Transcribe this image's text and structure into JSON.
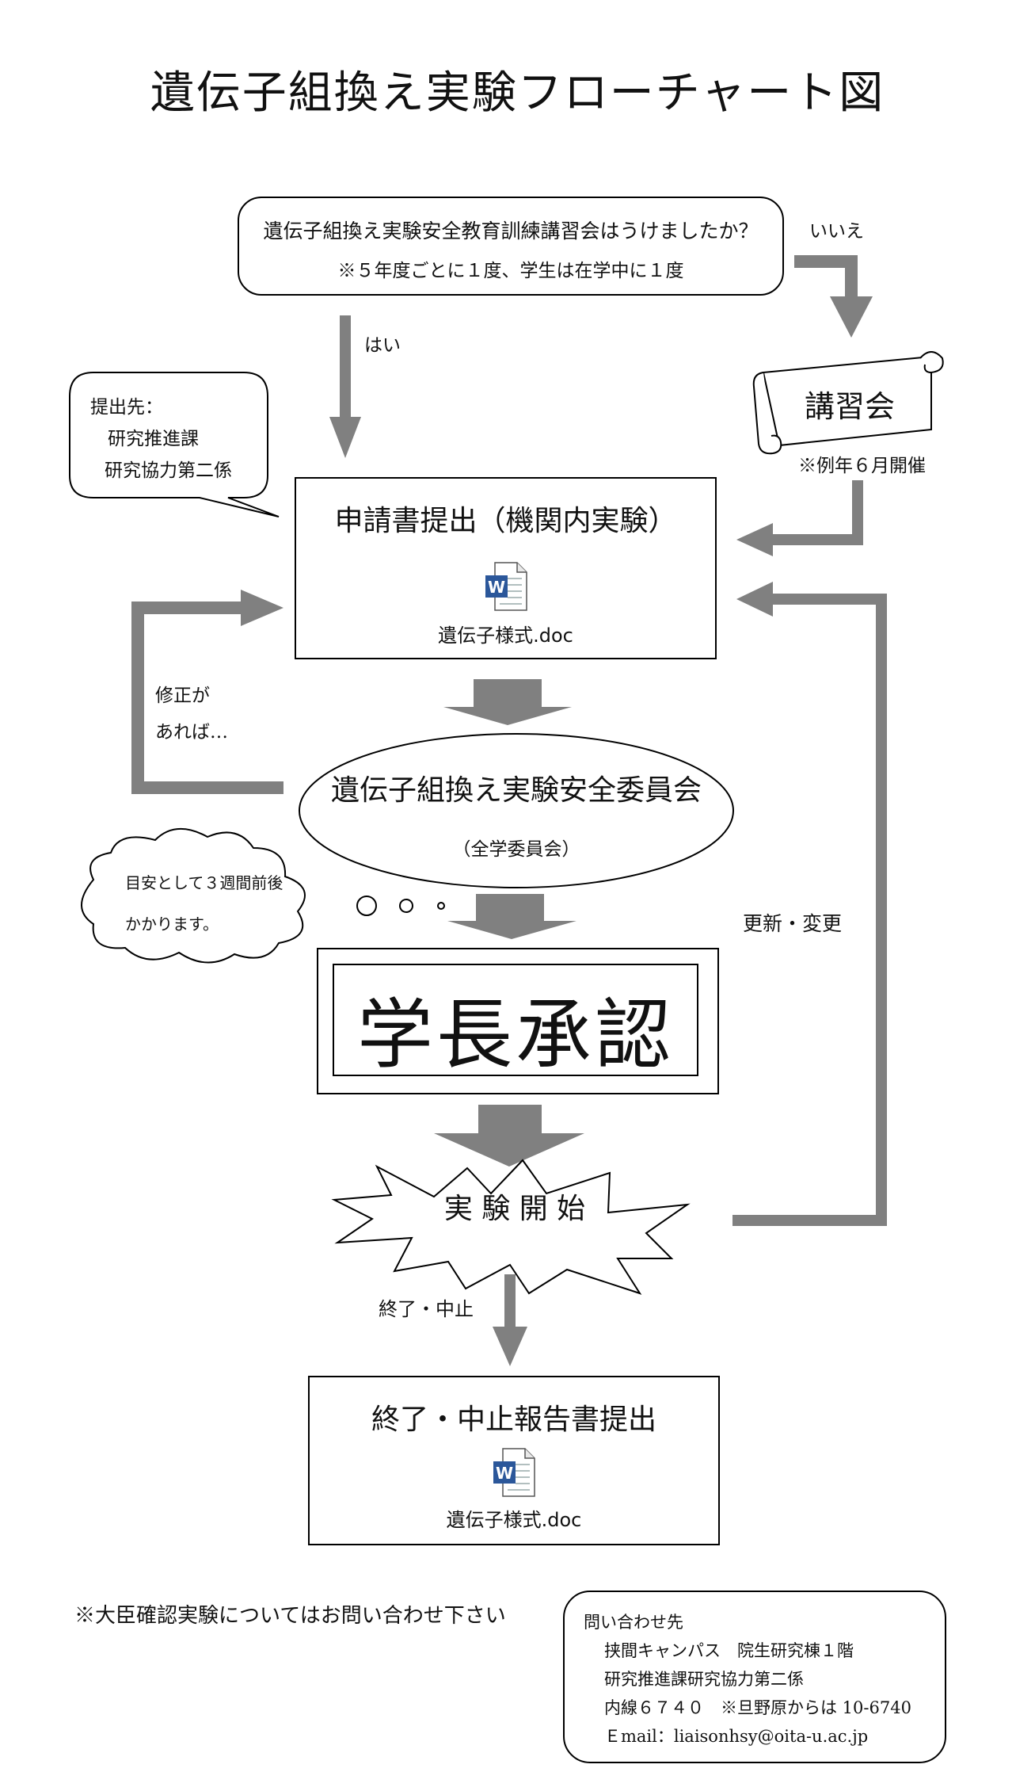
{
  "title": "遺伝子組換え実験フローチャート図",
  "question": {
    "line1": "遺伝子組換え実験安全教育訓練講習会はうけましたか？",
    "line2": "※５年度ごとに１度、学生は在学中に１度"
  },
  "answers": {
    "no": "いいえ",
    "yes": "はい"
  },
  "submit_to": {
    "line1": "提出先：",
    "line2": "研究推進課",
    "line3": "研究協力第二係"
  },
  "lecture": {
    "label": "講習会",
    "note": "※例年６月開催"
  },
  "application": {
    "title": "申請書提出（機関内実験）",
    "file": "遺伝子様式.doc"
  },
  "revision": {
    "line1": "修正が",
    "line2": "あれば…"
  },
  "committee": {
    "title": "遺伝子組換え実験安全委員会",
    "sub": "（全学委員会）"
  },
  "duration": {
    "line1": "目安として３週間前後",
    "line2": "かかります。"
  },
  "approval": "学長承認",
  "update_change": "更新・変更",
  "start": "実 験 開 始",
  "end_label": "終了・中止",
  "end_report": {
    "title": "終了・中止報告書提出",
    "file": "遺伝子様式.doc"
  },
  "minister_note": "※大臣確認実験についてはお問い合わせ下さい",
  "contact": {
    "heading": "問い合わせ先",
    "line1": "挟間キャンパス　院生研究棟１階",
    "line2": "研究推進課研究協力第二係",
    "line3": "内線６７４０　※旦野原からは 10-6740",
    "line4": "Ｅmail：liaisonhsy@oita-u.ac.jp"
  },
  "colors": {
    "arrow": "#808080",
    "line": "#000000",
    "word_icon": "#2b579a"
  },
  "icons": [
    "word-doc-icon"
  ]
}
